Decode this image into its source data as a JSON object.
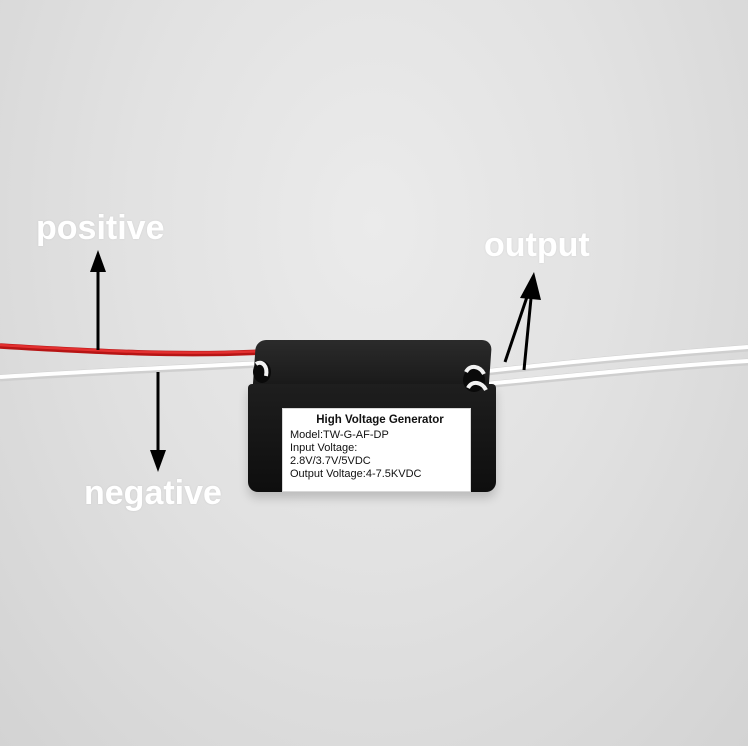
{
  "annotations": {
    "positive": "positive",
    "output": "output",
    "negative": "negative"
  },
  "sticker": {
    "title": "High Voltage Generator",
    "model": "Model:TW-G-AF-DP",
    "input_label": "Input Voltage:",
    "input_value": "2.8V/3.7V/5VDC",
    "output_voltage": "Output Voltage:4-7.5KVDC"
  },
  "colors": {
    "wire_red": "#d61a1a",
    "wire_white": "#f7f7f7",
    "module_black": "#151515",
    "arrow": "#000000"
  }
}
